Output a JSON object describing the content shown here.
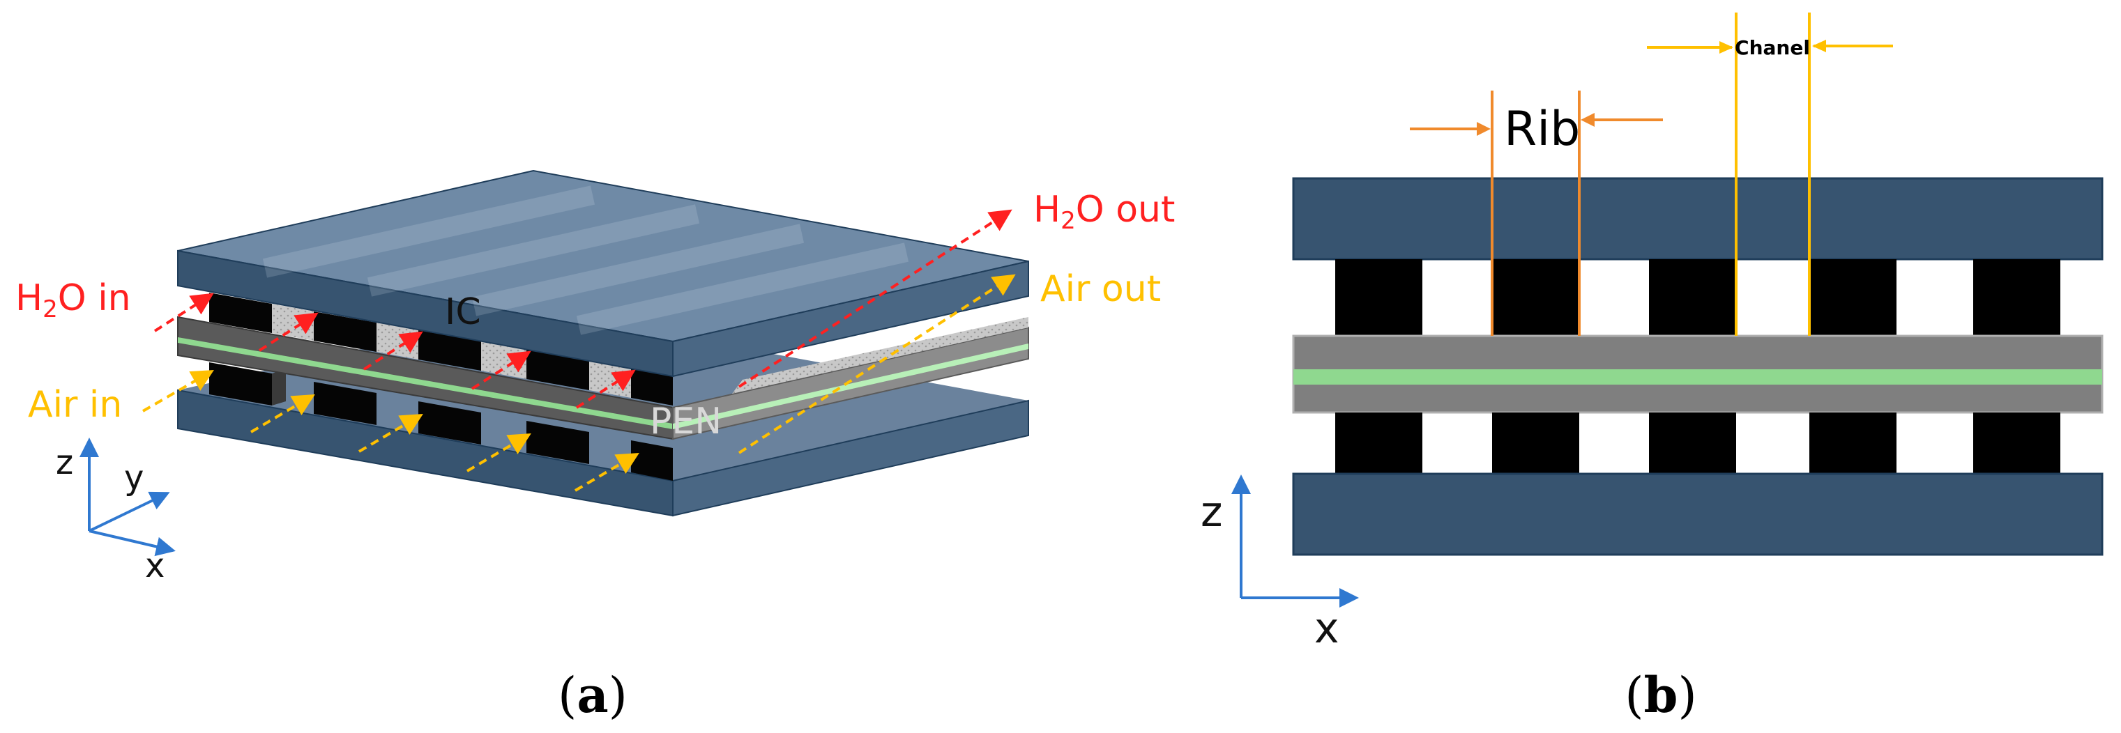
{
  "panel_a": {
    "caption_open": "(",
    "caption_letter": "a",
    "caption_close": ")",
    "labels": {
      "h2o_in_prefix": "H",
      "h2o_in_sub": "2",
      "h2o_in_suffix": "O in",
      "h2o_out_prefix": "H",
      "h2o_out_sub": "2",
      "h2o_out_suffix": "O out",
      "air_in": "Air in",
      "air_out": "Air out",
      "ic": "IC",
      "pen": "PEN"
    },
    "axes": {
      "z": "z",
      "y": "y",
      "x": "x"
    }
  },
  "panel_b": {
    "caption_open": "(",
    "caption_letter": "b",
    "caption_close": ")",
    "labels": {
      "rib": "Rib",
      "chanel": "Chanel"
    },
    "axes": {
      "z": "z",
      "x": "x"
    }
  },
  "colors": {
    "interconnect": "#375470",
    "interconnect_top": "#6a829d",
    "interconnect_edge": "#1f3d5a",
    "rib": "#000000",
    "pen_layer": "#7f7f7f",
    "electrolyte": "#8fd88f",
    "water_arrow": "#ff2020",
    "air_arrow": "#ffc000",
    "rib_marker": "#f08a2c",
    "channel_marker": "#ffc000",
    "axis": "#2f78d0"
  }
}
